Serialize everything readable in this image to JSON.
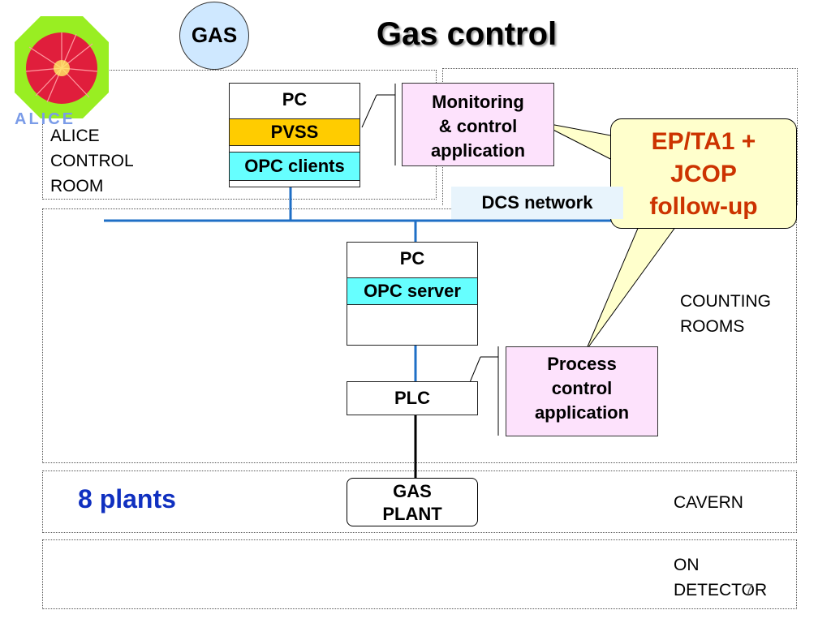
{
  "title": "Gas control",
  "gas_badge": "GAS",
  "logo_text": "ALICE",
  "zones": {
    "control_room": [
      "ALICE",
      "CONTROL",
      "ROOM"
    ],
    "counting_rooms": [
      "COUNTING",
      "ROOMS"
    ],
    "cavern": "CAVERN",
    "on_detector": [
      "ON",
      "DETECTOR"
    ]
  },
  "pc_top": {
    "title": "PC",
    "pvss": "PVSS",
    "opc_clients": "OPC clients"
  },
  "monitoring_app": [
    "Monitoring",
    "& control",
    "application"
  ],
  "callout": [
    "EP/TA1 +",
    "JCOP",
    "follow-up"
  ],
  "dcs_network": "DCS network",
  "pc_mid": {
    "title": "PC",
    "opc_server": "OPC server"
  },
  "plc": "PLC",
  "process_app": [
    "Process",
    "control",
    "application"
  ],
  "gas_plant": [
    "GAS",
    "PLANT"
  ],
  "plants_count": "8 plants",
  "page_number": "7",
  "colors": {
    "pvss": "#ffcc00",
    "opc": "#66ffff",
    "app_box": "#fde2fc",
    "callout": "#ffffcc",
    "callout_text": "#cc3300",
    "network": "#1f6fc6",
    "plants_text": "#1030c0",
    "badge": "#cfe8ff",
    "dcs_label_bg": "#e8f4fc"
  }
}
